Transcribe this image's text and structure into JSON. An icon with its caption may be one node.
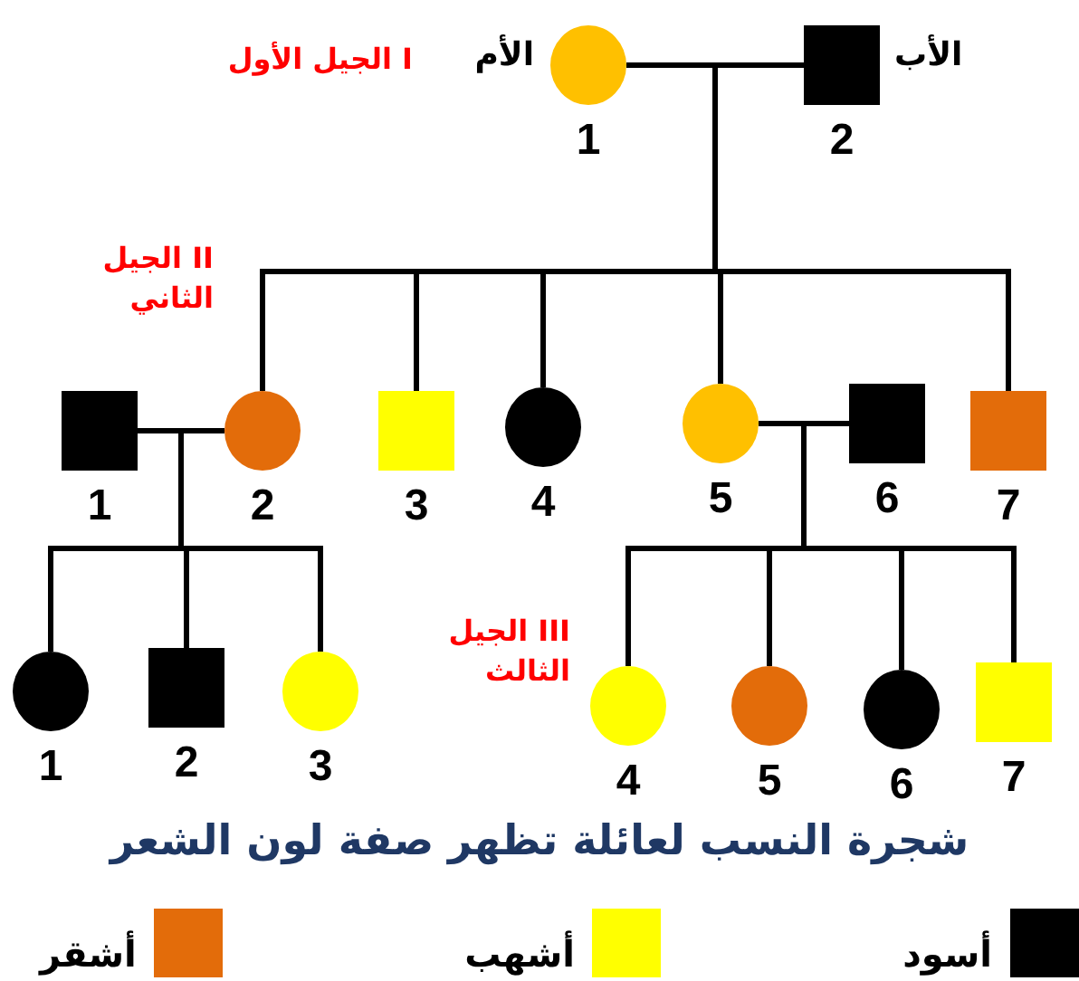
{
  "diagram": {
    "caption": "شجرة النسب لعائلة تظهر صفة لون الشعر",
    "nodes": [
      {
        "text": [
          "1"
        ],
        "beside": [
          "الأم"
        ]
      },
      {
        "text": [
          "2"
        ],
        "beside": [
          "الأب"
        ]
      },
      {
        "text": [
          "1"
        ]
      },
      {
        "text": [
          "2"
        ]
      },
      {
        "text": [
          "3"
        ]
      },
      {
        "text": [
          "4"
        ]
      },
      {
        "text": [
          "5"
        ]
      },
      {
        "text": [
          "6"
        ]
      },
      {
        "text": [
          "7"
        ]
      },
      {
        "text": [
          "1"
        ]
      },
      {
        "text": [
          "2"
        ]
      },
      {
        "text": [
          "3"
        ]
      },
      {
        "text": [
          "4"
        ]
      },
      {
        "text": [
          "5"
        ]
      },
      {
        "text": [
          "6"
        ]
      },
      {
        "text": [
          "7"
        ]
      }
    ],
    "edges": [
      {
        "from": 0,
        "to": 1,
        "arrow": "none"
      },
      {
        "from": 0,
        "to": 3,
        "arrow": "none"
      },
      {
        "from": 1,
        "to": 3,
        "arrow": "none"
      },
      {
        "from": 0,
        "to": 4,
        "arrow": "none"
      },
      {
        "from": 1,
        "to": 4,
        "arrow": "none"
      },
      {
        "from": 0,
        "to": 5,
        "arrow": "none"
      },
      {
        "from": 1,
        "to": 5,
        "arrow": "none"
      },
      {
        "from": 0,
        "to": 6,
        "arrow": "none"
      },
      {
        "from": 1,
        "to": 6,
        "arrow": "none"
      },
      {
        "from": 0,
        "to": 8,
        "arrow": "none"
      },
      {
        "from": 1,
        "to": 8,
        "arrow": "none"
      },
      {
        "from": 2,
        "to": 3,
        "arrow": "none"
      },
      {
        "from": 2,
        "to": 9,
        "arrow": "none"
      },
      {
        "from": 3,
        "to": 9,
        "arrow": "none"
      },
      {
        "from": 2,
        "to": 10,
        "arrow": "none"
      },
      {
        "from": 3,
        "to": 10,
        "arrow": "none"
      },
      {
        "from": 2,
        "to": 11,
        "arrow": "none"
      },
      {
        "from": 3,
        "to": 11,
        "arrow": "none"
      },
      {
        "from": 6,
        "to": 7,
        "arrow": "none"
      },
      {
        "from": 6,
        "to": 12,
        "arrow": "none"
      },
      {
        "from": 7,
        "to": 12,
        "arrow": "none"
      },
      {
        "from": 6,
        "to": 13,
        "arrow": "none"
      },
      {
        "from": 7,
        "to": 13,
        "arrow": "none"
      },
      {
        "from": 6,
        "to": 14,
        "arrow": "none"
      },
      {
        "from": 7,
        "to": 14,
        "arrow": "none"
      },
      {
        "from": 6,
        "to": 15,
        "arrow": "none"
      },
      {
        "from": 7,
        "to": 15,
        "arrow": "none"
      }
    ],
    "labels": [
      "I الجيل الأول",
      "II الجيل الثاني",
      "III الجيل الثالث"
    ],
    "legend": [
      {
        "text": "أسود",
        "color": "#000000"
      },
      {
        "text": "أشهب",
        "color": "#ffff00"
      },
      {
        "text": "أشقر",
        "color": "#e36c0a"
      }
    ]
  }
}
